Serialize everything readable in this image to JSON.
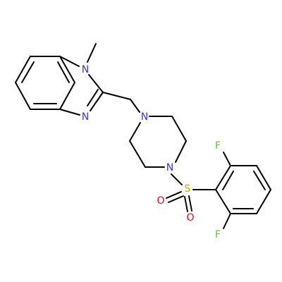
{
  "molecule": {
    "atom_labels": {
      "n_methyl": "N",
      "n_imine": "N",
      "n_piperazine_top": "N",
      "n_piperazine_bottom": "N",
      "sulfur": "S",
      "oxygen_left": "O",
      "oxygen_bottom": "O",
      "fluorine_top": "F",
      "fluorine_bottom": "F"
    },
    "colors": {
      "bond": "#000000",
      "nitrogen": "#3333ff",
      "sulfur": "#b3b300",
      "oxygen": "#ff0000",
      "fluorine": "#55cc33"
    }
  }
}
